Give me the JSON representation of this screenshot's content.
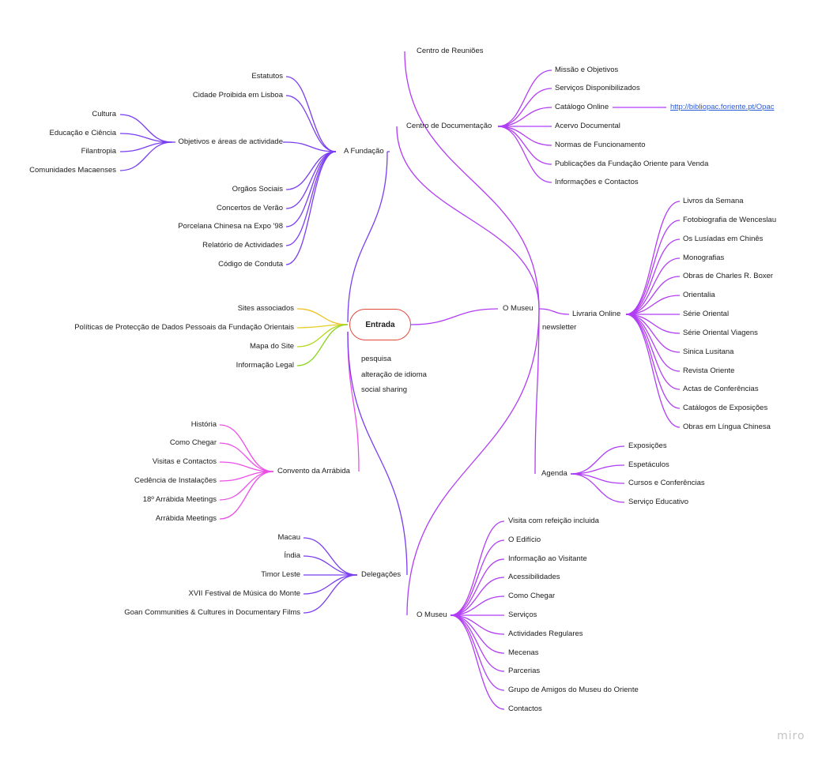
{
  "central": "Entrada",
  "watermark": "miro",
  "colors": {
    "purple": "#7a3df0",
    "violet": "#b13cf5",
    "magenta": "#ec4fe6",
    "yellow": "#f0c020",
    "lime": "#8ad61e",
    "center_border": "#e04a3a",
    "link": "#2a5bd7"
  },
  "notes": [
    "pesquisa",
    "alteração de idioma",
    "social sharing",
    "newsletter"
  ],
  "branches": {
    "fundacao": {
      "label": "A Fundação",
      "items": [
        "Estatutos",
        "Cidade Proibida em Lisboa",
        "Objetivos e áreas de actividade",
        "Orgãos Sociais",
        "Concertos de Verão",
        "Porcelana Chinesa na Expo '98",
        "Relatório de Actividades",
        "Código de Conduta"
      ],
      "objetivos": [
        "Cultura",
        "Educação e Ciência",
        "Filantropia",
        "Comunidades Macaenses"
      ]
    },
    "misc": [
      "Sites associados",
      "Políticas de Protecção de Dados Pessoais da Fundação Orientais",
      "Mapa do Site",
      "Informação Legal"
    ],
    "arrabida": {
      "label": "Convento da Arrábida",
      "items": [
        "História",
        "Como Chegar",
        "Visitas e Contactos",
        "Cedência de Instalações",
        "18º Arrábida Meetings",
        "Arrábida Meetings"
      ]
    },
    "delegacoes": {
      "label": "Delegações",
      "items": [
        "Macau",
        "Índia",
        "Timor Leste",
        "XVII Festival de Música do Monte",
        "Goan Communities & Cultures in Documentary Films"
      ]
    },
    "omuseu_hub": {
      "label": "O Museu"
    },
    "reunioes": {
      "label": "Centro de Reuniões"
    },
    "documentacao": {
      "label": "Centro de Documentação",
      "items": [
        "Missão e Objetivos",
        "Serviços Disponibilizados",
        "Catálogo Online",
        "Acervo Documental",
        "Normas de Funcionamento",
        "Publicações da Fundação Oriente para Venda",
        "Informações e Contactos"
      ],
      "link": "http://bibliopac.foriente.pt/Opac"
    },
    "livraria": {
      "label": "Livraria Online",
      "items": [
        "Livros da Semana",
        "Fotobiografia de Wenceslau",
        "Os Lusíadas em Chinês",
        "Monografias",
        "Obras de Charles R. Boxer",
        "Orientalia",
        "Série Oriental",
        "Série Oriental Viagens",
        "Sinica Lusitana",
        "Revista Oriente",
        "Actas de Conferências",
        "Catálogos de Exposições",
        "Obras em Língua Chinesa"
      ]
    },
    "agenda": {
      "label": "Agenda",
      "items": [
        "Exposições",
        "Espetáculos",
        "Cursos e Conferências",
        "Serviço Educativo"
      ]
    },
    "museu": {
      "label": "O Museu",
      "items": [
        "Visita com refeição incluida",
        "O Edifício",
        "Informação ao Visitante",
        "Acessibilidades",
        "Como Chegar",
        "Serviços",
        "Actividades Regulares",
        "Mecenas",
        "Parcerias",
        "Grupo de Amigos do Museu do Oriente",
        "Contactos"
      ]
    }
  }
}
